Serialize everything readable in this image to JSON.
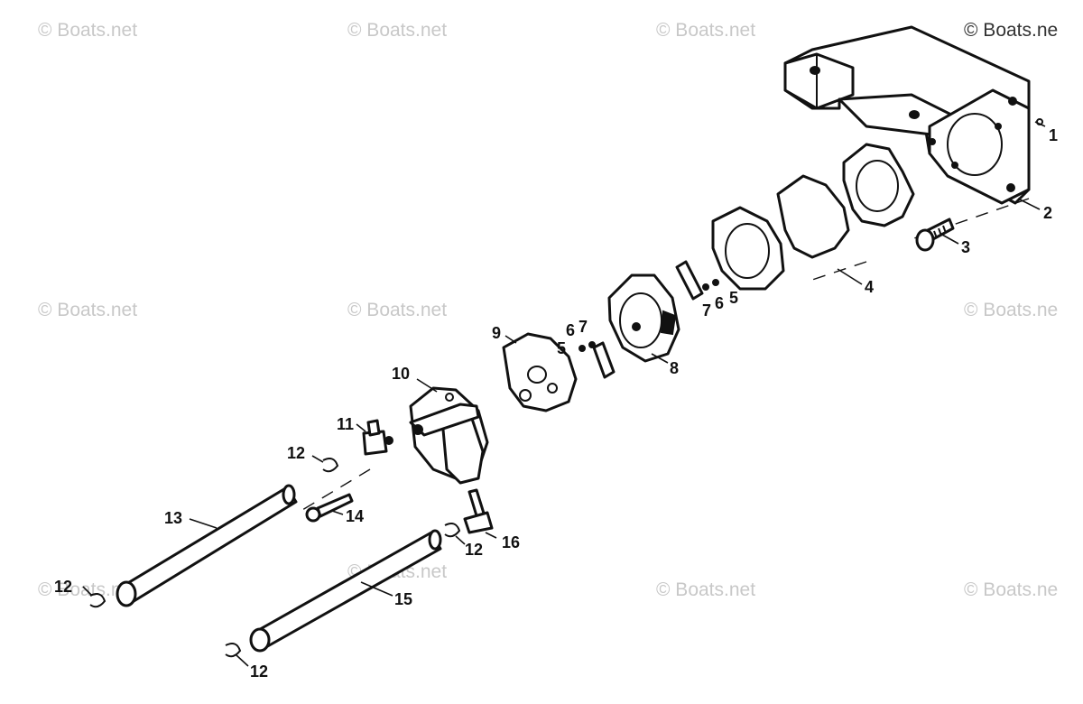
{
  "watermark": {
    "text": "© Boats.net",
    "text_cut": "© Boats.ne",
    "color": "#c8c8c8"
  },
  "callouts": [
    "1",
    "2",
    "3",
    "4",
    "5",
    "6",
    "7",
    "8",
    "9",
    "10",
    "11",
    "12",
    "13",
    "14",
    "15",
    "16"
  ],
  "line_color": "#111111",
  "background": "#ffffff"
}
